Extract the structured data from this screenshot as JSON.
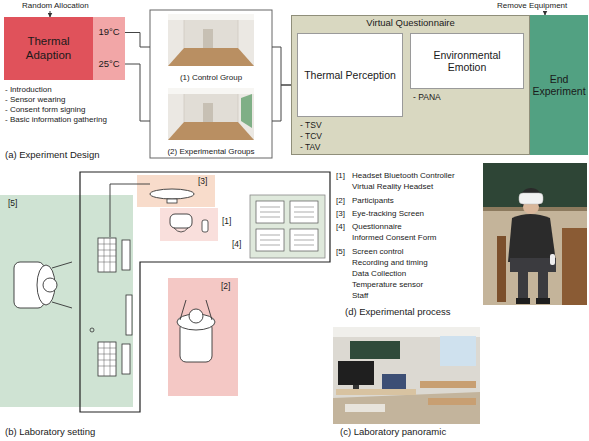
{
  "diagram": {
    "nodes": [
      {
        "text": [
          "Thermal Adaption"
        ]
      },
      {
        "text": [
          "19°C"
        ]
      },
      {
        "text": [
          "25°C"
        ]
      },
      {
        "text": [
          "(1) Control Group"
        ]
      },
      {
        "text": [
          "(2) Experimental Groups"
        ]
      },
      {
        "text": [
          "Virtual Questionnaire"
        ]
      },
      {
        "text": [
          "Thermal Perception"
        ],
        "in": 5
      },
      {
        "text": [
          "Environmental Emotion"
        ],
        "in": 5
      },
      {
        "text": [
          "End Experiment"
        ]
      }
    ],
    "edges": [
      {
        "from": 1,
        "to": 3,
        "arrow": "none"
      },
      {
        "from": 2,
        "to": 4,
        "arrow": "none"
      },
      {
        "from": 3,
        "to": 5,
        "arrow": "none"
      },
      {
        "from": 4,
        "to": 5,
        "arrow": "none"
      }
    ],
    "labels": [
      "Random Allocation",
      "- Introduction",
      "- Sensor wearing",
      "- Consent form signing",
      "- Basic information gathering",
      "- TSV",
      "- TCV",
      "- TAV",
      "- PANA",
      "Remove Equipment",
      "(a) Experiment Design",
      "[5]",
      "[3]",
      "[1]",
      "[4]",
      "[2]",
      "(b) Laboratory setting",
      "[1]",
      "Headset Bluetooth Controller",
      "Virtual Reality Headset",
      "[2]",
      "Participants",
      "[3]",
      "Eye-tracking Screen",
      "[4]",
      "Questionnaire",
      "Informed Consent Form",
      "[5]",
      "Screen control",
      "Recording and timing",
      "Data Collection",
      "Temperature sensor",
      "Staff",
      "(d) Experimental process",
      "(c) Laboratory panoramic"
    ]
  }
}
